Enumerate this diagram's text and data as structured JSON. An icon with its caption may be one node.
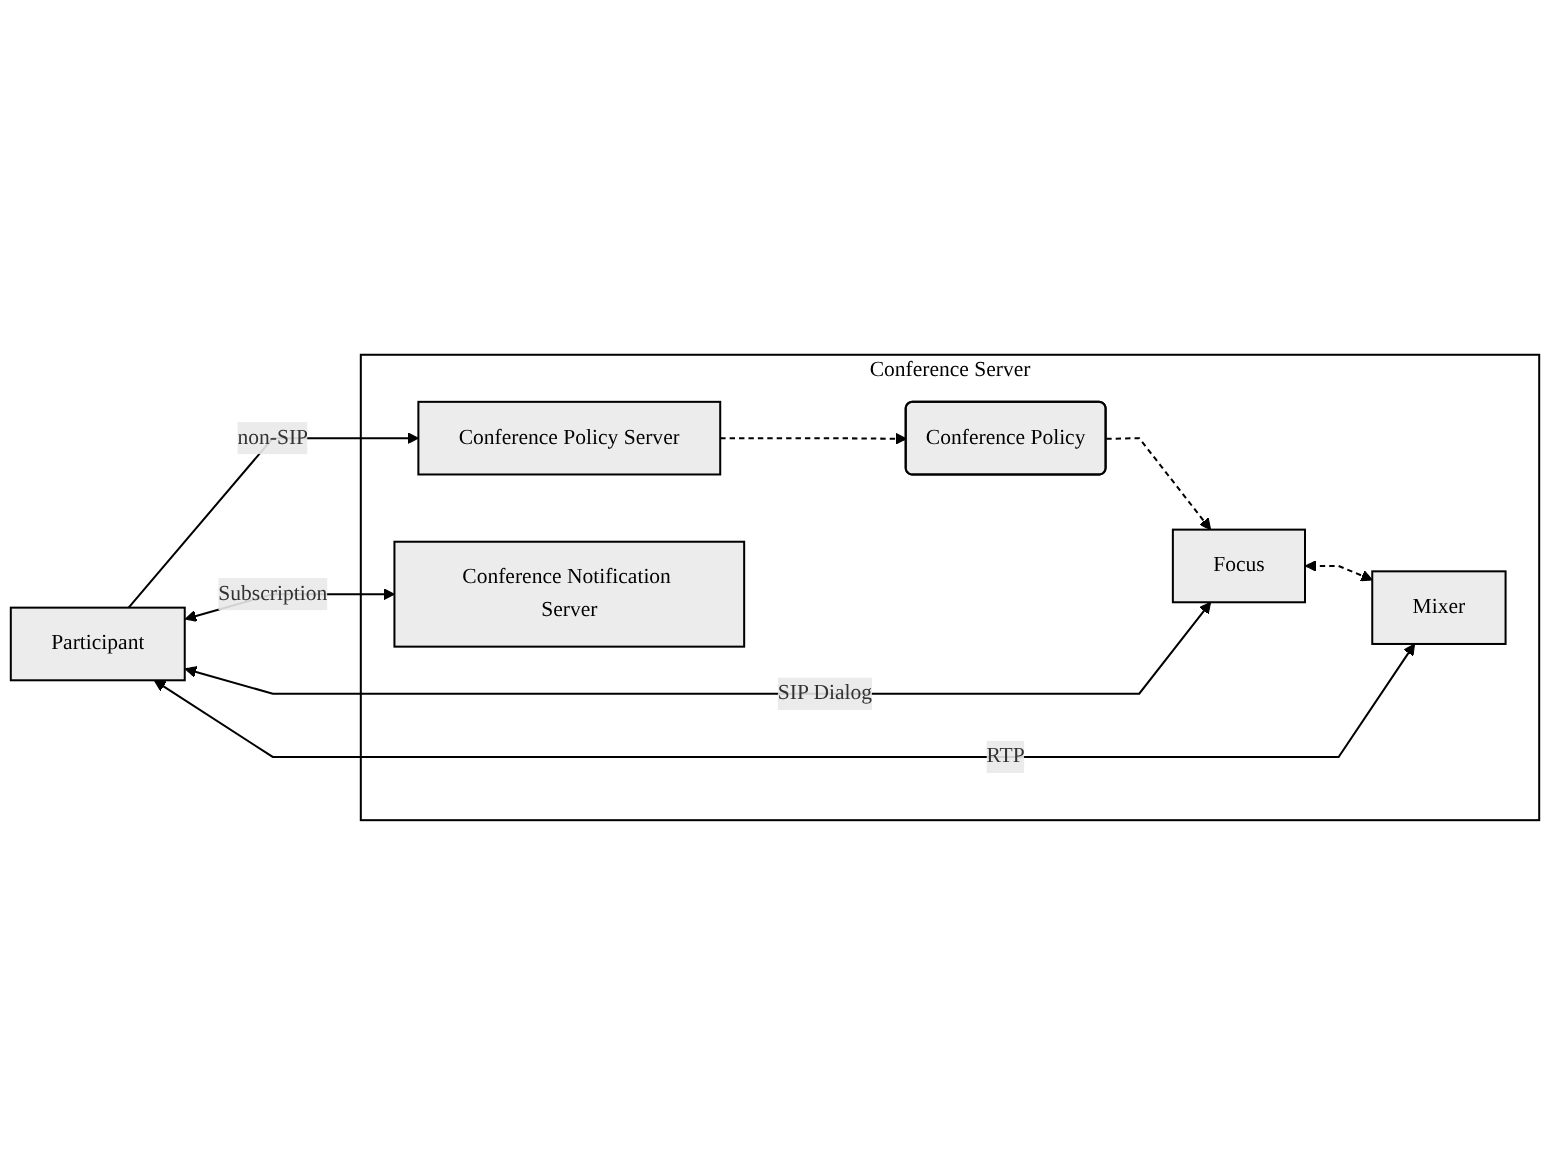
{
  "diagram": {
    "nodes": [
      {
        "text": [
          "Conference Server"
        ]
      },
      {
        "text": [
          "Conference Policy Server"
        ],
        "in": 0
      },
      {
        "text": [
          "Conference Policy"
        ],
        "in": 0
      },
      {
        "text": [
          "Participant"
        ]
      },
      {
        "text": [
          "Focus"
        ],
        "in": 0
      },
      {
        "text": [
          "Conference Notification Server"
        ],
        "in": 0
      },
      {
        "text": [
          "Mixer"
        ],
        "in": 0
      }
    ],
    "edges": [
      {
        "from": 3,
        "to": 1,
        "arrow": "to",
        "label": "non-SIP"
      },
      {
        "from": 1,
        "to": 2,
        "arrow": "to",
        "style": "dashed"
      },
      {
        "from": 2,
        "to": 4,
        "arrow": "to",
        "style": "dashed"
      },
      {
        "from": 3,
        "to": 4,
        "arrow": "both",
        "label": "SIP Dialog"
      },
      {
        "from": 3,
        "to": 5,
        "arrow": "both",
        "label": "Subscription"
      },
      {
        "from": 4,
        "to": 6,
        "arrow": "both",
        "style": "dashed"
      },
      {
        "from": 3,
        "to": 6,
        "arrow": "both",
        "label": "RTP"
      }
    ]
  }
}
